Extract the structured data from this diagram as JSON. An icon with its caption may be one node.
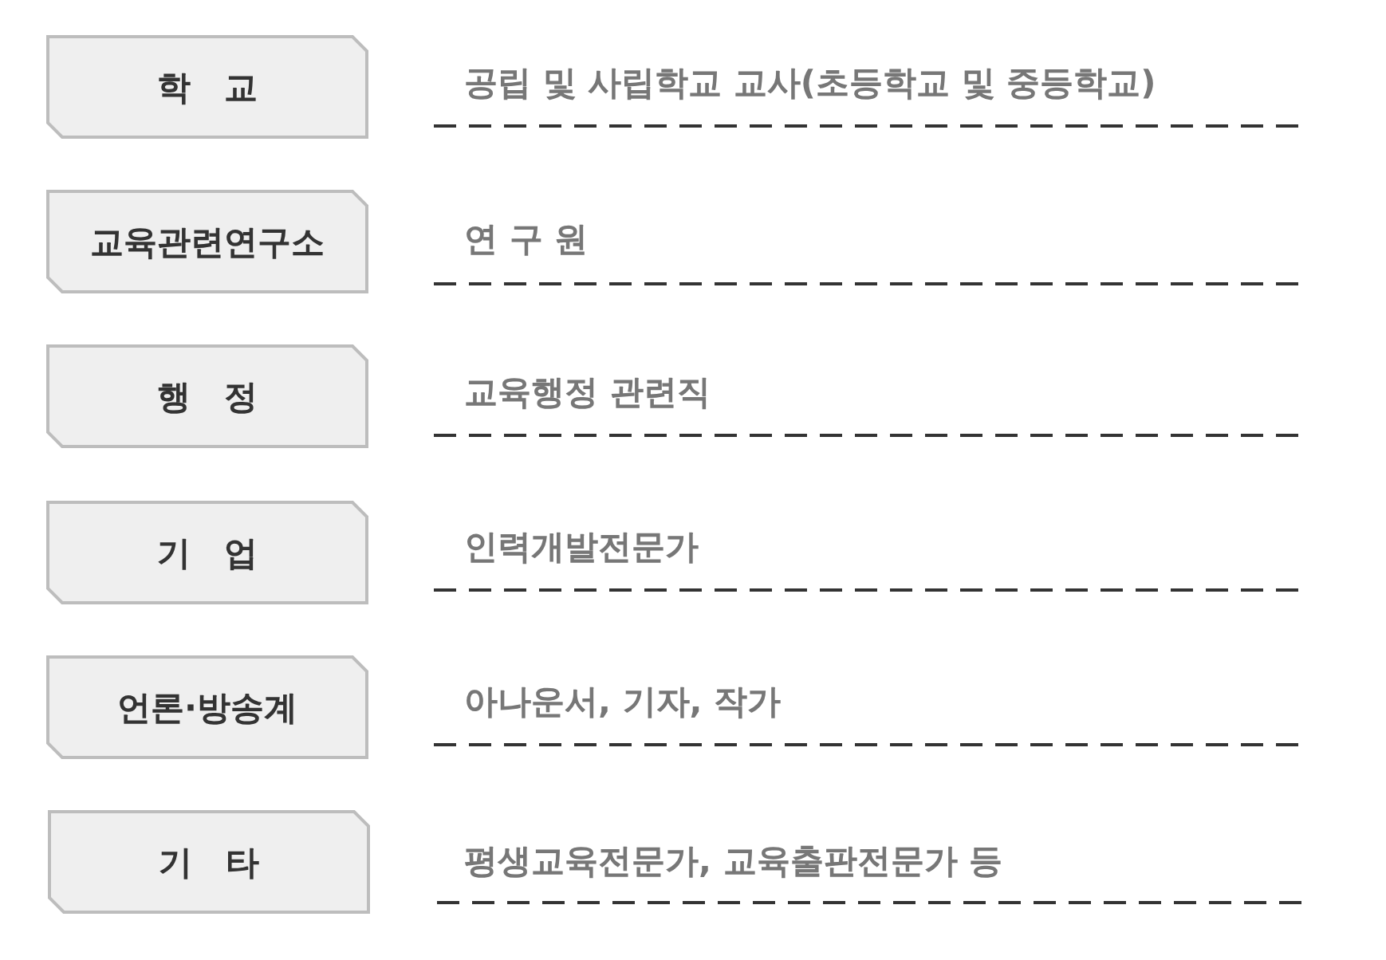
{
  "diagram": {
    "nodes": [
      {
        "text": [
          "학 교"
        ],
        "beside": [
          "공립 및 사립학교 교사(초등학교 및 중등학교)"
        ]
      },
      {
        "text": [
          "교육관련연구소"
        ],
        "beside": [
          "연 구 원"
        ]
      },
      {
        "text": [
          "행 정"
        ],
        "beside": [
          "교육행정 관련직"
        ]
      },
      {
        "text": [
          "기 업"
        ],
        "beside": [
          "인력개발전문가"
        ]
      },
      {
        "text": [
          "언론·방송계"
        ],
        "beside": [
          "아나운서, 기자, 작가"
        ]
      },
      {
        "text": [
          "기 타"
        ],
        "beside": [
          "평생교육전문가, 교육출판전문가 등"
        ]
      }
    ]
  }
}
